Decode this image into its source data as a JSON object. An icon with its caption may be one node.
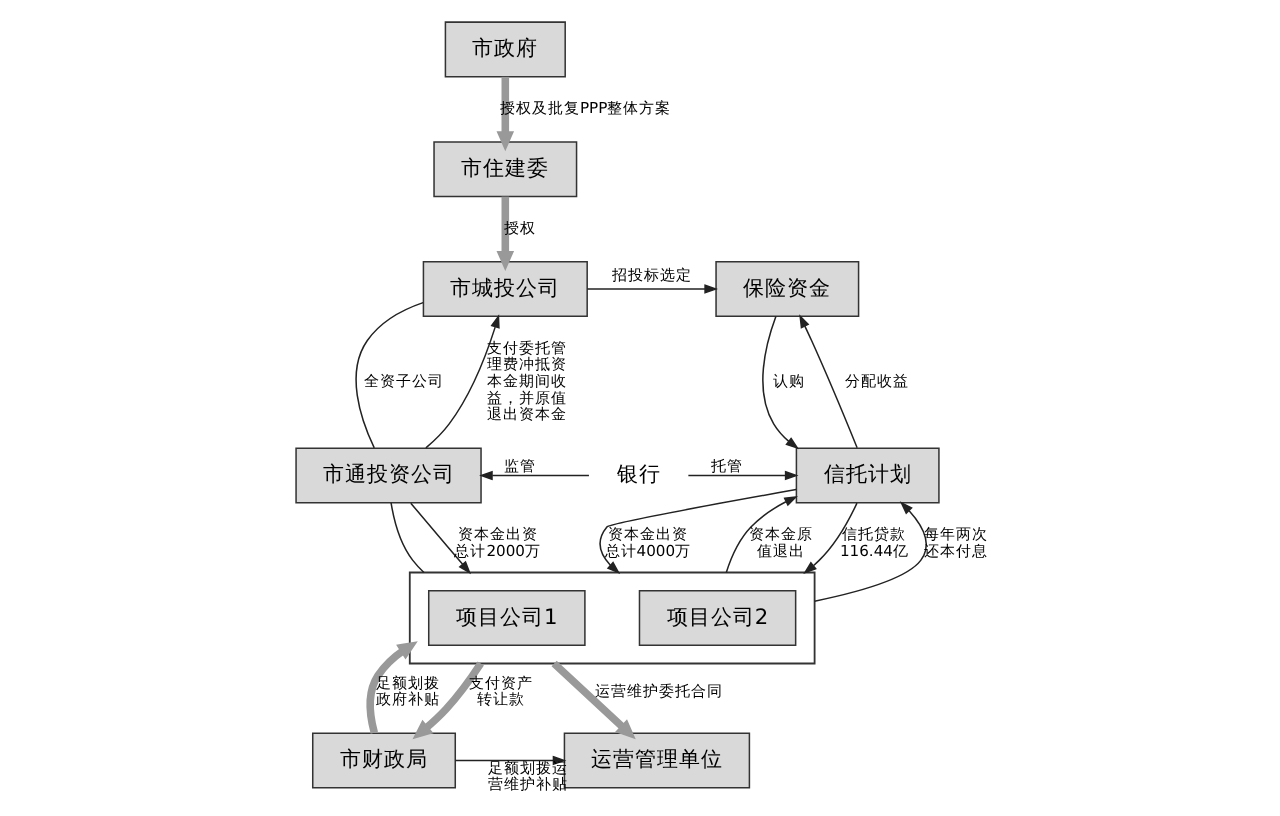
{
  "diagram": {
    "nodes": [
      {
        "text": [
          "市政府"
        ]
      },
      {
        "text": [
          "市住建委"
        ]
      },
      {
        "text": [
          "市城投公司"
        ]
      },
      {
        "text": [
          "保险资金"
        ]
      },
      {
        "text": [
          "市通投资公司"
        ]
      },
      {
        "text": [
          "银行"
        ]
      },
      {
        "text": [
          "信托计划"
        ]
      },
      {
        "text": [
          "市财政局"
        ]
      },
      {
        "text": [],
        "shape": "box"
      },
      {
        "text": [
          "项目公司1"
        ],
        "in": 8
      },
      {
        "text": [
          "项目公司2"
        ],
        "in": 8
      },
      {
        "text": [
          "运营管理单位"
        ]
      }
    ],
    "edges": [
      {
        "from": 0,
        "to": 1,
        "arrow": "to",
        "label": "授权及批复PPP整体方案",
        "style": "thick",
        "color": "#999999"
      },
      {
        "from": 1,
        "to": 2,
        "arrow": "to",
        "label": "授权",
        "style": "thick",
        "color": "#999999"
      },
      {
        "from": 2,
        "to": 3,
        "arrow": "to",
        "label": "招投标选定"
      },
      {
        "from": 2,
        "to": 4,
        "arrow": "none",
        "label": "全资子公司"
      },
      {
        "from": 4,
        "to": 2,
        "arrow": "to",
        "label": "支付委托管理费冲抵资本金期间收益，并原值退出资本金"
      },
      {
        "from": 8,
        "to": 4,
        "arrow": "none"
      },
      {
        "from": 3,
        "to": 6,
        "arrow": "to",
        "label": "认购"
      },
      {
        "from": 6,
        "to": 3,
        "arrow": "to",
        "label": "分配收益"
      },
      {
        "from": 5,
        "to": 4,
        "arrow": "to",
        "label": "监管"
      },
      {
        "from": 5,
        "to": 6,
        "arrow": "to",
        "label": "托管"
      },
      {
        "from": 4,
        "to": 8,
        "arrow": "to",
        "label": "资本金出资总计2000万"
      },
      {
        "from": 6,
        "to": 8,
        "arrow": "to",
        "label": "资本金出资总计4000万"
      },
      {
        "from": 8,
        "to": 6,
        "arrow": "to",
        "label": "资本金原值退出"
      },
      {
        "from": 6,
        "to": 8,
        "arrow": "to",
        "label": "信托贷款116.44亿"
      },
      {
        "from": 8,
        "to": 6,
        "arrow": "to",
        "label": "每年两次还本付息"
      },
      {
        "from": 7,
        "to": 8,
        "arrow": "to",
        "label": "足额划拨政府补贴",
        "style": "thick",
        "color": "#999999"
      },
      {
        "from": 8,
        "to": 7,
        "arrow": "to",
        "label": "支付资产转让款",
        "style": "thick",
        "color": "#999999"
      },
      {
        "from": 8,
        "to": 11,
        "arrow": "to",
        "label": "运营维护委托合同",
        "style": "thick",
        "color": "#999999"
      },
      {
        "from": 7,
        "to": 11,
        "arrow": "to",
        "label": "足额划拨运营维护补贴"
      }
    ]
  }
}
